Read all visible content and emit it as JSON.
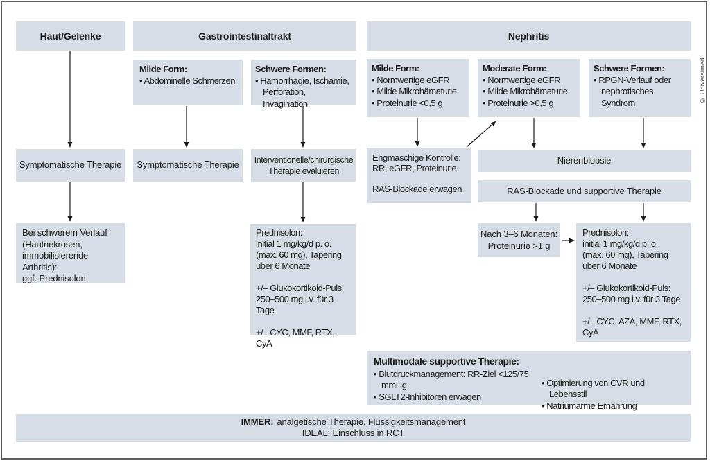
{
  "copyright": "© Universimed",
  "headers": {
    "skin": "Haut/Gelenke",
    "gi": "Gastrointestinaltrakt",
    "nephritis": "Nephritis"
  },
  "skin": {
    "therapy": "Symptomatische Therapie",
    "severe_course": "Bei schwerem Verlauf\n(Hautnekrosen,\nimmobilisierende Arthritis):\nggf. Prednisolon"
  },
  "gi": {
    "mild": {
      "title": "Milde Form:",
      "b1": "• Abdominelle Schmerzen"
    },
    "severe": {
      "title": "Schwere Formen:",
      "b1": "• Hämorrhagie, Ischämie, Perforation, Invagination"
    },
    "mild_therapy": "Symptomatische Therapie",
    "severe_therapy": "Interventionelle/chirurgische\nTherapie evaluieren",
    "prednisolon": "Prednisolon:\ninitial 1 mg/kg/d p. o.\n(max. 60 mg), Tapering\nüber 6 Monate\n\n+/– Glukokortikoid-Puls:\n250–500 mg i.v. für 3 Tage\n\n+/– CYC, MMF, RTX, CyA"
  },
  "nephritis": {
    "mild": {
      "title": "Milde Form:",
      "b1": "• Normwertige eGFR",
      "b2": "• Milde Mikrohämaturie",
      "b3": "• Proteinurie <0,5 g"
    },
    "moderate": {
      "title": "Moderate Form:",
      "b1": "• Normwertige eGFR",
      "b2": "• Milde Mikrohämaturie",
      "b3": "• Proteinurie >0,5 g"
    },
    "severe": {
      "title": "Schwere Formen:",
      "b1": "• RPGN-Verlauf oder nephrotisches Syndrom"
    },
    "monitoring": "Engmaschige Kontrolle:\nRR, eGFR, Proteinurie\n\nRAS-Blockade erwägen",
    "biopsy": "Nierenbiopsie",
    "ras": "RAS-Blockade und supportive Therapie",
    "after_months": "Nach 3–6 Monaten:\nProteinurie >1 g",
    "prednisolon": "Prednisolon:\ninitial 1 mg/kg/d p. o.\n(max. 60 mg), Tapering\nüber 6 Monate\n\n+/– Glukokortikoid-Puls:\n250–500 mg i.v. für 3 Tage\n\n+/– CYC, AZA, MMF, RTX, CyA",
    "supportive": {
      "title": "Multimodale supportive Therapie:",
      "left_b1": "• Blutdruckmanagement: RR-Ziel <125/75 mmHg",
      "left_b2": "• SGLT2-Inhibitoren erwägen",
      "right_b1": "• Optimierung von CVR und Lebensstil",
      "right_b2": "• Natriumarme Ernährung"
    }
  },
  "footer": {
    "immer_label": "IMMER:",
    "immer_text": "analgetische Therapie, Flüssigkeitsmanagement",
    "ideal_text": "IDEAL: Einschluss in RCT"
  },
  "colors": {
    "box_fill": "#d7dde6",
    "text": "#1a1a1a",
    "arrow": "#1a1a1a",
    "frame_border": "#5c5c5c"
  }
}
